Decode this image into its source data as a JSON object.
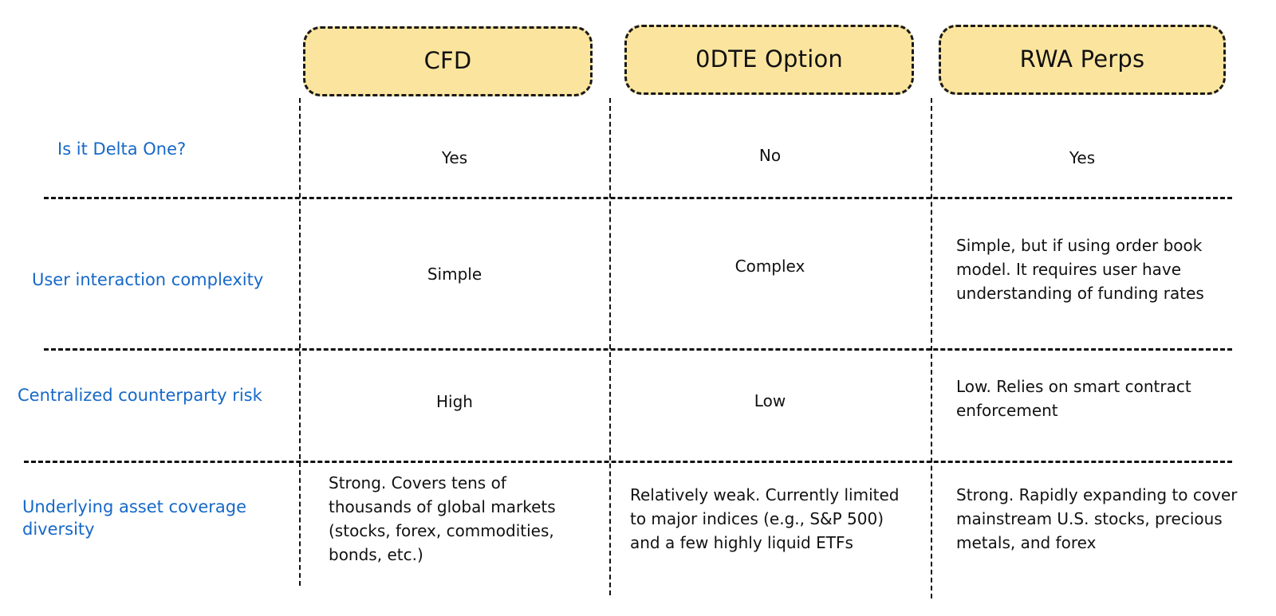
{
  "theme": {
    "background": "#ffffff",
    "header_fill": "#FBE59E",
    "header_border": "#1a1a1a",
    "label_color": "#1668C8",
    "text_color": "#111111",
    "grid_color": "#111111"
  },
  "table": {
    "columns": [
      {
        "id": "cfd",
        "label": "CFD"
      },
      {
        "id": "odte",
        "label": "0DTE Option"
      },
      {
        "id": "rwa",
        "label": "RWA Perps"
      }
    ],
    "rows": [
      {
        "id": "delta-one",
        "label": "Is it Delta One?",
        "cells": [
          {
            "text": "Yes",
            "align": "center"
          },
          {
            "text": "No",
            "align": "center"
          },
          {
            "text": "Yes",
            "align": "center"
          }
        ]
      },
      {
        "id": "user-interaction-complexity",
        "label": "User interaction complexity",
        "cells": [
          {
            "text": "Simple",
            "align": "center"
          },
          {
            "text": "Complex",
            "align": "center"
          },
          {
            "text": "Simple, but if using order book model. It requires user have understanding of funding rates",
            "align": "left"
          }
        ]
      },
      {
        "id": "centralized-counterparty-risk",
        "label": "Centralized counterparty risk",
        "cells": [
          {
            "text": "High",
            "align": "center"
          },
          {
            "text": "Low",
            "align": "center"
          },
          {
            "text": "Low. Relies on smart contract enforcement",
            "align": "left"
          }
        ]
      },
      {
        "id": "underlying-asset-coverage-diversity",
        "label": "Underlying asset coverage diversity",
        "cells": [
          {
            "text": "Strong. Covers tens of thousands of global markets (stocks, forex, commodities, bonds, etc.)",
            "align": "left"
          },
          {
            "text": "Relatively weak. Currently limited to major indices (e.g., S&P 500) and a few highly liquid ETFs",
            "align": "left"
          },
          {
            "text": "Strong. Rapidly expanding to cover mainstream U.S. stocks, precious metals, and forex",
            "align": "left"
          }
        ]
      }
    ]
  }
}
